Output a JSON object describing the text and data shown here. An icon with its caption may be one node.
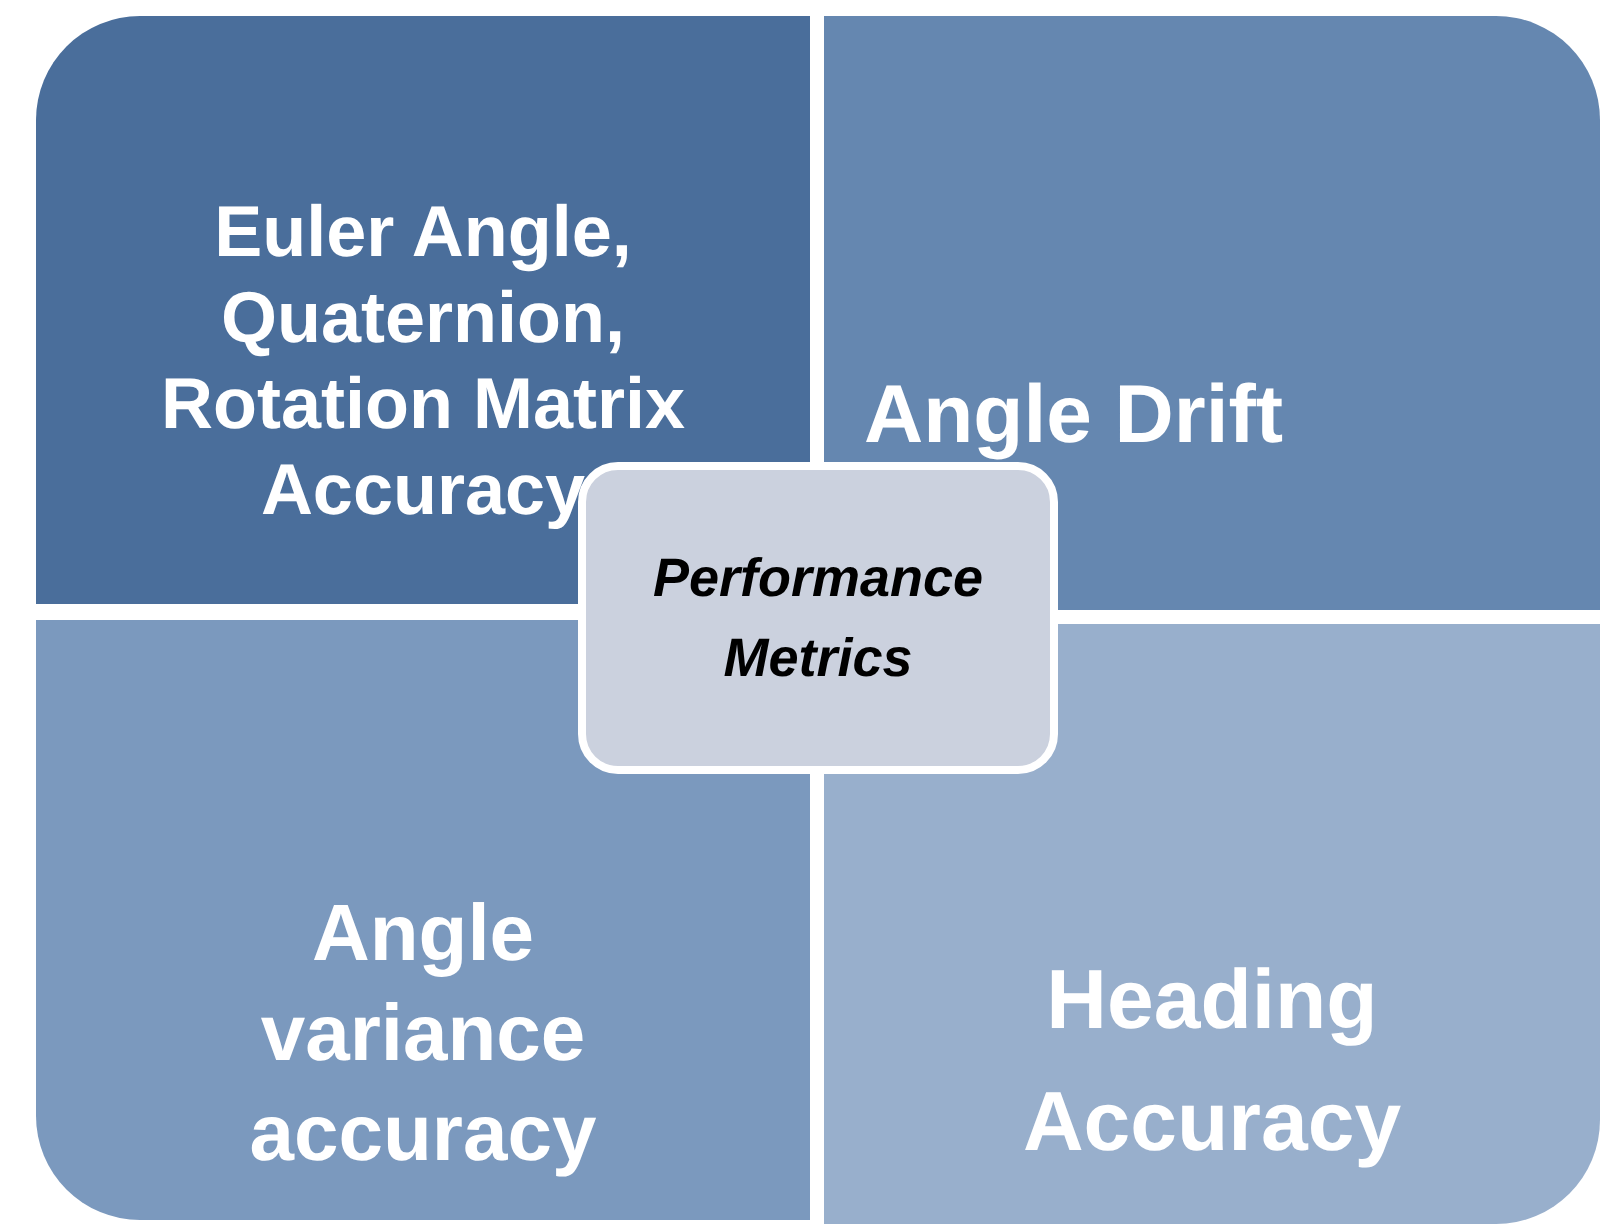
{
  "diagram": {
    "nodes": [
      {
        "text": [
          "Euler Angle, Quaternion, Rotation Matrix Accuracy"
        ]
      },
      {
        "text": [
          "Angle Drift"
        ]
      },
      {
        "text": [
          "Performance Metrics"
        ]
      },
      {
        "text": [
          "Angle variance accuracy"
        ]
      },
      {
        "text": [
          "Heading Accuracy"
        ]
      }
    ]
  }
}
